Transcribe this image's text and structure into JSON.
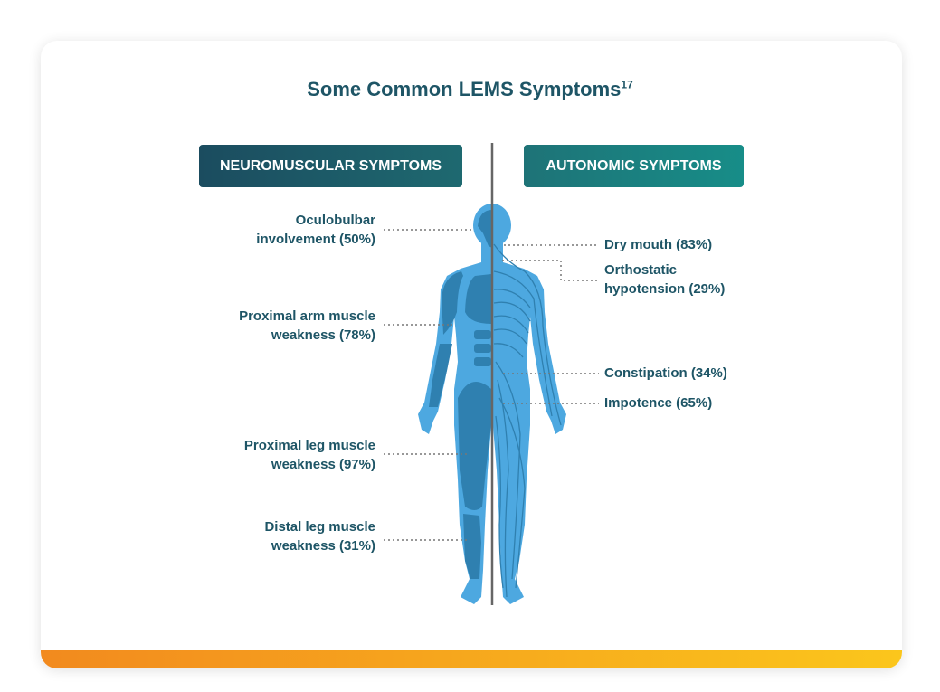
{
  "title": {
    "text": "Some Common LEMS Symptoms",
    "sup": "17"
  },
  "headers": {
    "left": "NEUROMUSCULAR SYMPTOMS",
    "right": "AUTONOMIC SYMPTOMS"
  },
  "neuromuscular": [
    {
      "line1": "Oculobulbar",
      "line2": "involvement (50%)"
    },
    {
      "line1": "Proximal arm muscle",
      "line2": "weakness (78%)"
    },
    {
      "line1": "Proximal leg muscle",
      "line2": "weakness (97%)"
    },
    {
      "line1": "Distal leg muscle",
      "line2": "weakness (31%)"
    }
  ],
  "autonomic": [
    {
      "line1": "Dry mouth (83%)"
    },
    {
      "line1": "Orthostatic",
      "line2": "hypotension (29%)"
    },
    {
      "line1": "Constipation (34%)"
    },
    {
      "line1": "Impotence (65%)"
    }
  ],
  "colors": {
    "title": "#1e5566",
    "body_light": "#4da8e0",
    "body_dark": "#2f80b0",
    "accent_bar": "#f28a1e"
  }
}
